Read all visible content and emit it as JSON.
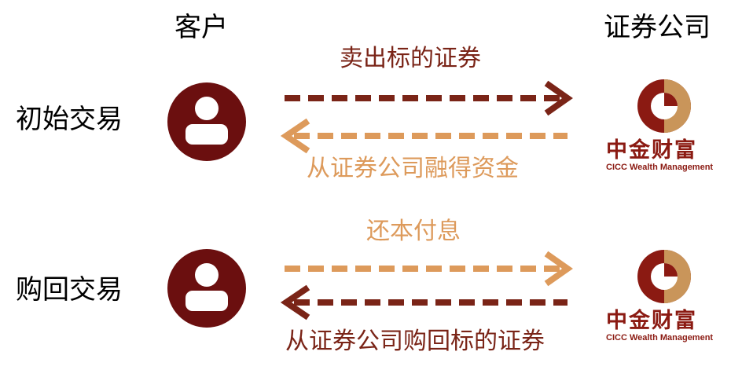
{
  "headers": {
    "client": "客户",
    "broker": "证券公司"
  },
  "rows": [
    {
      "label": "初始交易",
      "top_arrow_label": "卖出标的证券",
      "bottom_arrow_label": "从证券公司融得资金"
    },
    {
      "label": "购回交易",
      "top_arrow_label": "还本付息",
      "bottom_arrow_label": "从证券公司购回标的证券"
    }
  ],
  "brand": {
    "name_cn": "中金财富",
    "name_en": "CICC Wealth Management"
  },
  "colors": {
    "dark": "#7a2417",
    "light": "#dd9a5b",
    "avatar": "#6b0f0f",
    "logo_red": "#8b1a12",
    "logo_gold": "#c9955a"
  },
  "icons": {
    "client_avatar": "user-icon",
    "broker_logo": "cicc-logo-icon"
  }
}
